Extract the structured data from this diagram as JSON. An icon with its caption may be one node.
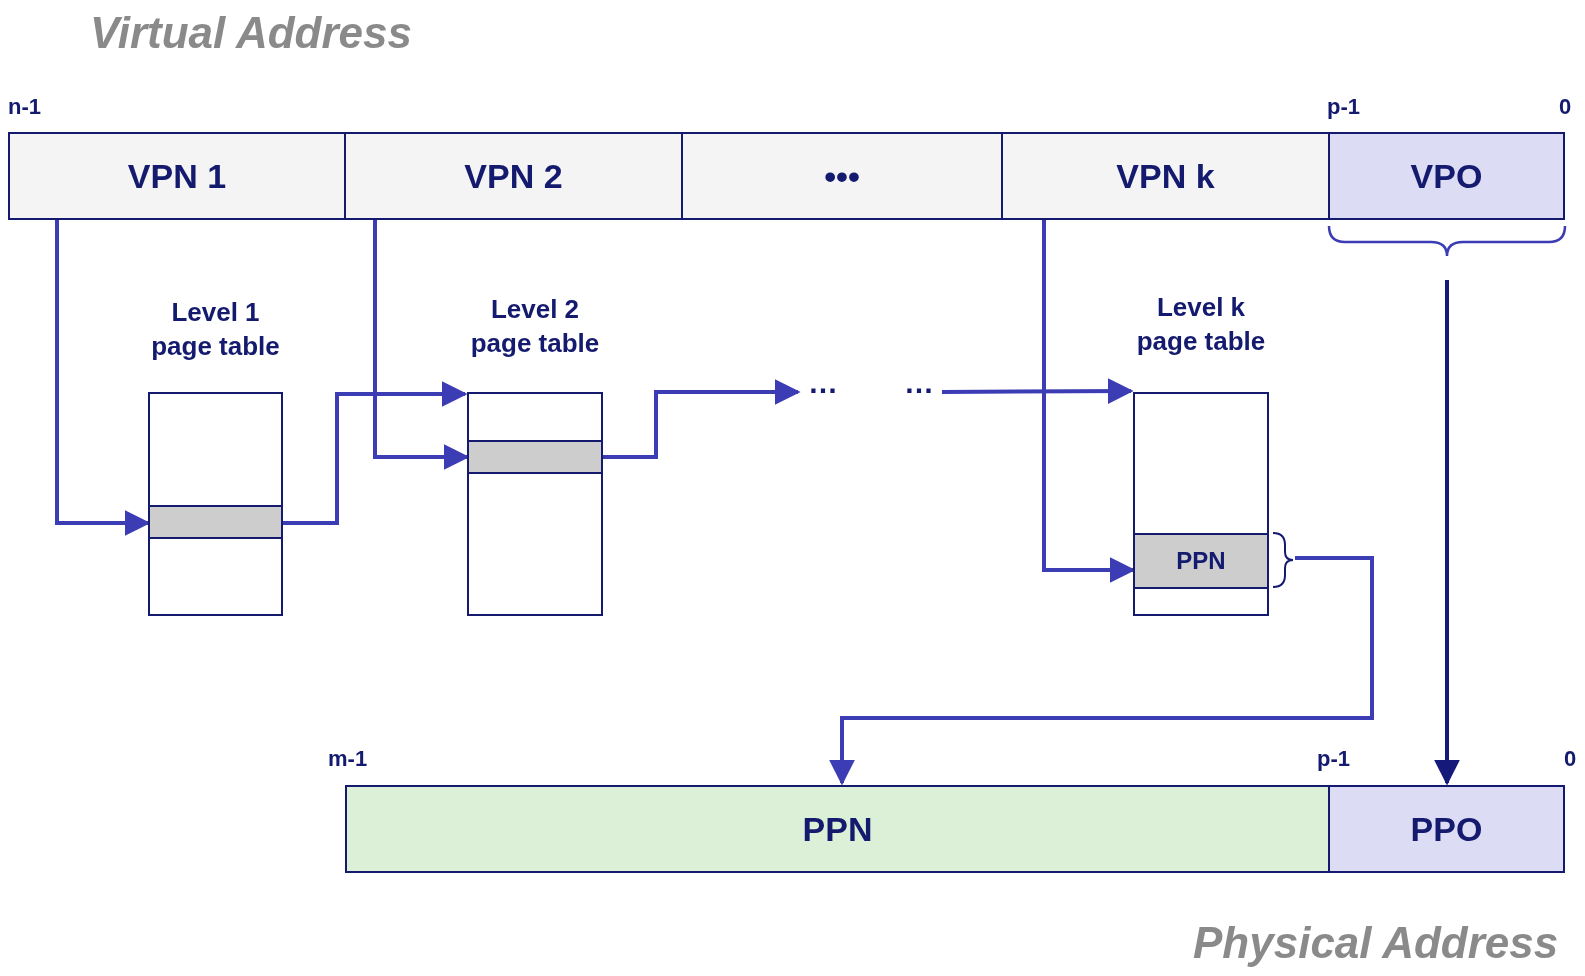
{
  "diagram": {
    "nodes": [
      {
        "text": [
          "VPN 1"
        ]
      },
      {
        "text": [
          "VPN 2"
        ]
      },
      {
        "text": [
          "•••"
        ]
      },
      {
        "text": [
          "VPN k"
        ]
      },
      {
        "text": [
          "VPO"
        ]
      },
      {
        "text": [
          "Level 1 page table"
        ]
      },
      {
        "text": [],
        "shape": "bar",
        "in": 5
      },
      {
        "text": [
          "Level 2 page table"
        ]
      },
      {
        "text": [],
        "shape": "bar",
        "in": 7
      },
      {
        "text": [
          "…"
        ]
      },
      {
        "text": [
          "…"
        ]
      },
      {
        "text": [
          "Level k page table"
        ]
      },
      {
        "text": [
          "PPN"
        ],
        "in": 11
      },
      {
        "text": [
          "PPN"
        ]
      },
      {
        "text": [
          "PPO"
        ]
      }
    ],
    "edges": [
      {
        "from": 0,
        "to": 6,
        "arrow": "to"
      },
      {
        "from": 6,
        "to": 7,
        "arrow": "to"
      },
      {
        "from": 1,
        "to": 8,
        "arrow": "to"
      },
      {
        "from": 8,
        "to": 9,
        "arrow": "to"
      },
      {
        "from": 10,
        "to": 11,
        "arrow": "to"
      },
      {
        "from": 3,
        "to": 12,
        "arrow": "to"
      },
      {
        "from": 12,
        "to": 13,
        "arrow": "to"
      },
      {
        "from": 4,
        "to": 14,
        "arrow": "to",
        "color": "#14197a"
      }
    ],
    "labels": [
      "Virtual Address",
      "n-1",
      "p-1",
      "0",
      "m-1",
      "p-1",
      "0",
      "Physical Address"
    ]
  }
}
